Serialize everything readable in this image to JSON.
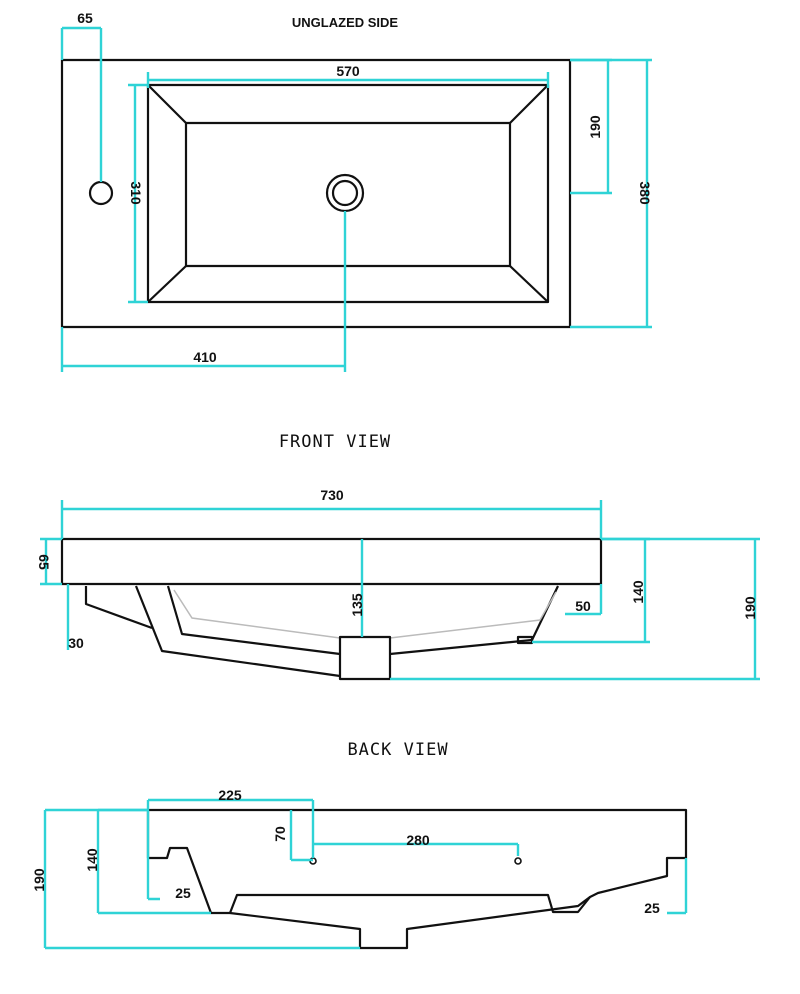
{
  "top_view": {
    "title": "UNGLAZED SIDE",
    "dims": {
      "tap_offset": "65",
      "basin_width": "570",
      "basin_depth": "310",
      "drain_offset_top": "190",
      "overall_depth": "380",
      "drain_offset_left": "410"
    }
  },
  "front_view": {
    "title": "FRONT VIEW",
    "dims": {
      "overall_width": "730",
      "top_thickness": "65",
      "drain_height": "135",
      "bracket_height": "30",
      "right_offset": "50",
      "foot_height": "140",
      "overall_height": "190"
    }
  },
  "back_view": {
    "title": "BACK VIEW",
    "dims": {
      "hole_offset": "225",
      "hole_height": "70",
      "hole_spacing": "280",
      "step_height": "140",
      "overall_height": "190",
      "left_notch": "25",
      "right_notch": "25"
    }
  },
  "colors": {
    "dimension": "#2fd3d6",
    "outline": "#111111"
  }
}
